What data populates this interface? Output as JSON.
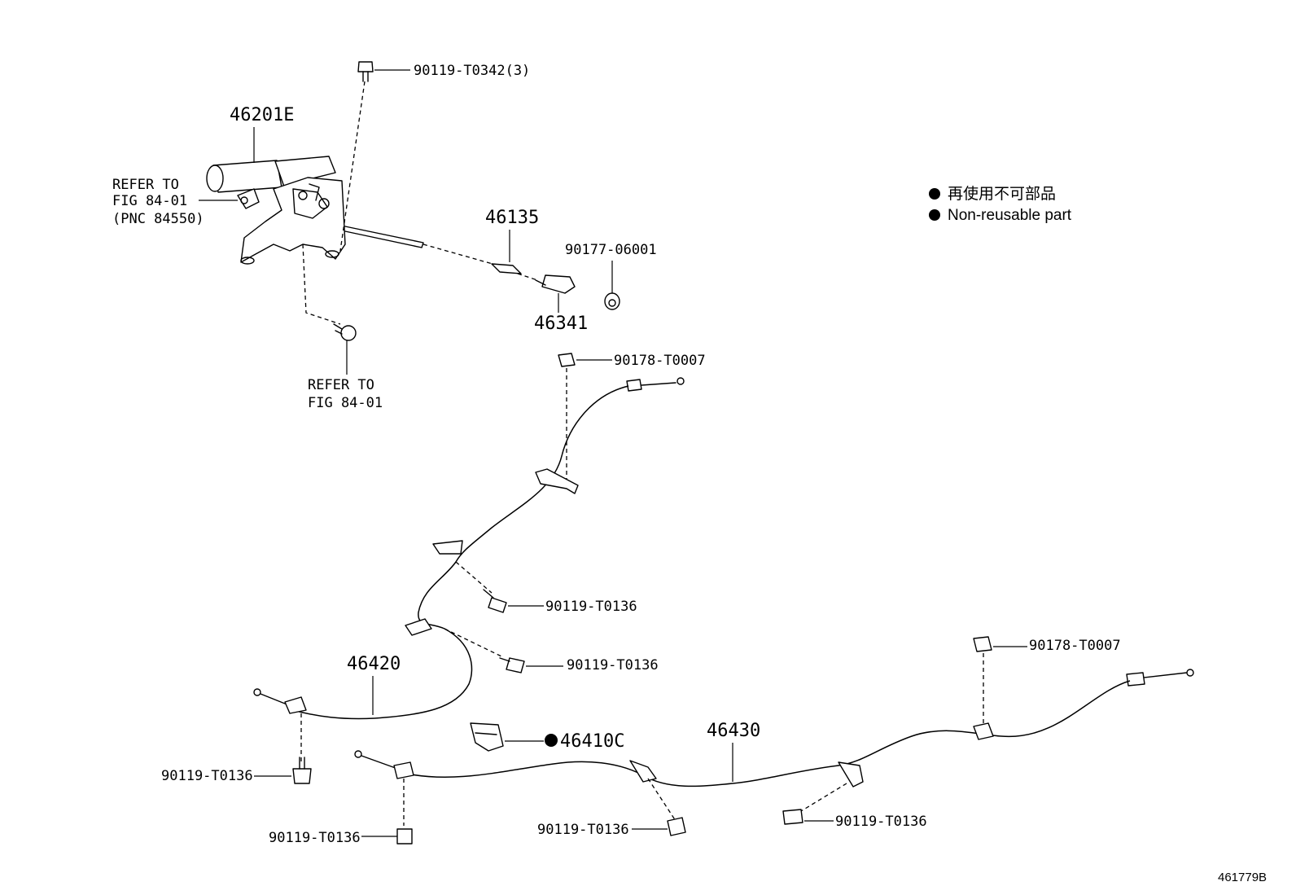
{
  "labels": {
    "lever_assy": "46201E",
    "lever_bolt": "90119-T0342(3)",
    "refer_top_l1": "REFER TO",
    "refer_top_l2": "FIG 84-01",
    "refer_top_l3": "(PNC 84550)",
    "refer_bottom_l1": "REFER TO",
    "refer_bottom_l2": "FIG 84-01",
    "equalizer": "46135",
    "yoke": "46341",
    "nut": "90177-06001",
    "clamp_nut_1": "90178-T0007",
    "bolt_a": "90119-T0136",
    "bolt_b": "90119-T0136",
    "cable_lh": "46420",
    "clamp_nut_2": "90178-T0007",
    "clip": "46410C",
    "cable_rh": "46430",
    "bolt_c": "90119-T0136",
    "bolt_d": "90119-T0136",
    "bolt_e": "90119-T0136",
    "bolt_f": "90119-T0136"
  },
  "legend": {
    "jp": "再使用不可部品",
    "en": "Non-reusable part",
    "marker_color": "#000000"
  },
  "figure_id": "461779B"
}
